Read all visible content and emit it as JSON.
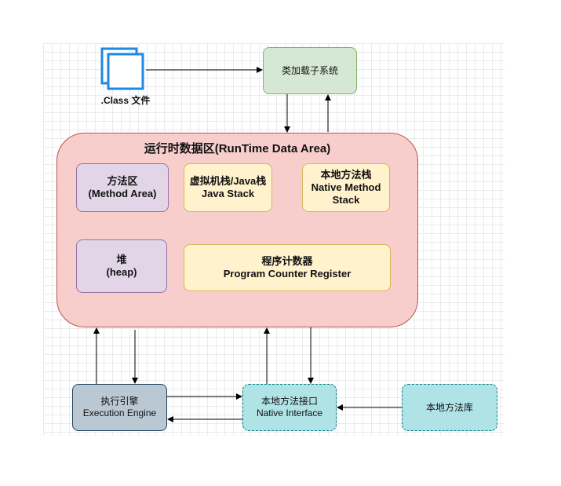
{
  "diagram": {
    "class_file": {
      "label": ".Class 文件",
      "icon": "document-stack-icon"
    },
    "class_loader": {
      "label": "类加载子系统"
    },
    "runtime_area": {
      "title": "运行时数据区(RunTime Data Area)",
      "method_area": {
        "line1": "方法区",
        "line2": "(Method Area)"
      },
      "vm_stack": {
        "line1": "虚拟机栈/Java栈",
        "line2": "Java Stack"
      },
      "native_stack": {
        "line1": "本地方法栈",
        "line2": "Native Method",
        "line3": "Stack"
      },
      "heap": {
        "line1": "堆",
        "line2": "(heap)"
      },
      "pc_register": {
        "line1": "程序计数器",
        "line2": "Program Counter Register"
      }
    },
    "execution_engine": {
      "line1": "执行引擎",
      "line2": "Execution Engine"
    },
    "native_interface": {
      "line1": "本地方法接口",
      "line2": "Native Interface"
    },
    "native_library": {
      "label": "本地方法库"
    }
  },
  "colors": {
    "loader_fill": "#d5e8d4",
    "loader_stroke": "#82b366",
    "runtime_fill": "#f8cecc",
    "runtime_stroke": "#b85450",
    "purple_fill": "#e1d5e7",
    "purple_stroke": "#9673a6",
    "yellow_fill": "#fff2cc",
    "yellow_stroke": "#d6b656",
    "engine_fill": "#bac8d3",
    "engine_stroke": "#23445d",
    "cyan_fill": "#b0e3e6",
    "cyan_stroke": "#0e8088",
    "icon_stroke": "#1e88e5"
  }
}
